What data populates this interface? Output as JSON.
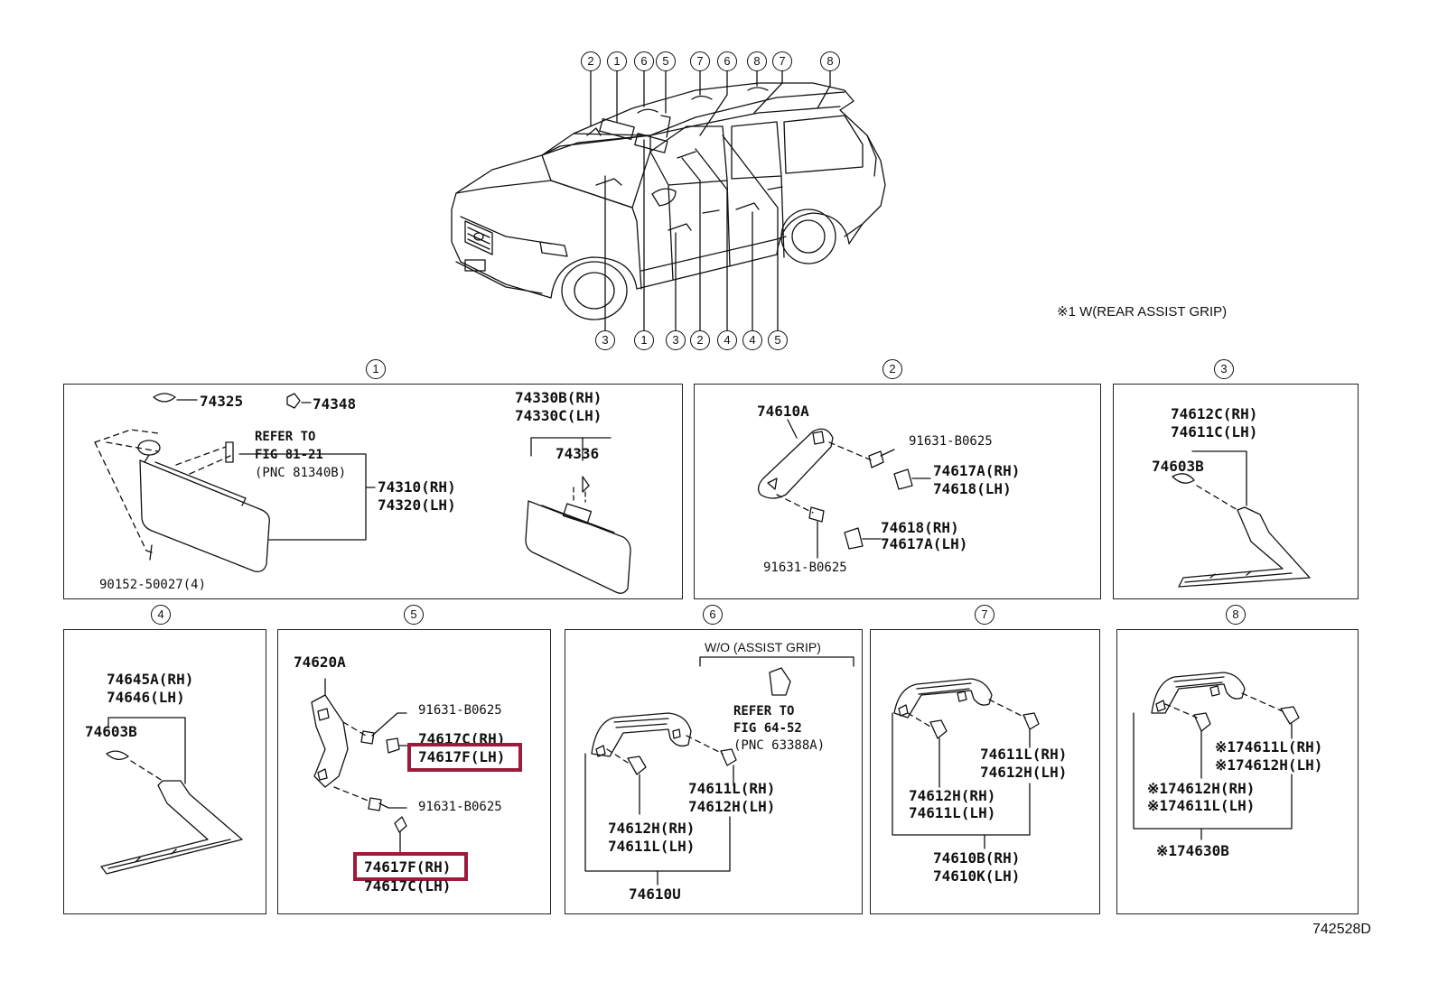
{
  "car": {
    "top_callouts": [
      "2",
      "1",
      "6",
      "5",
      "7",
      "6",
      "8",
      "7",
      "8"
    ],
    "bottom_callouts": [
      "3",
      "1",
      "3",
      "2",
      "4",
      "4",
      "5"
    ],
    "footnote": "※1 W(REAR ASSIST GRIP)"
  },
  "panel1": {
    "number": "1",
    "p74325": "74325",
    "p74348": "74348",
    "refer_to": "REFER TO",
    "fig": "FIG 81-21",
    "pnc": "(PNC 81340B)",
    "p74310": "74310(RH)",
    "p74320": "74320(LH)",
    "p90152": "90152-50027(4)",
    "p74330b": "74330B(RH)",
    "p74330c": "74330C(LH)",
    "p74336": "74336"
  },
  "panel2": {
    "number": "2",
    "p74610a": "74610A",
    "bolt_a": "91631-B0625",
    "p74617a_rh": "74617A(RH)",
    "p74618_lh": "74618(LH)",
    "p74618_rh": "74618(RH)",
    "p74617a_lh": "74617A(LH)",
    "bolt_b": "91631-B0625"
  },
  "panel3": {
    "number": "3",
    "p74612c": "74612C(RH)",
    "p74611c": "74611C(LH)",
    "p74603b": "74603B"
  },
  "panel4": {
    "number": "4",
    "p74645a": "74645A(RH)",
    "p74646": "74646(LH)",
    "p74603b": "74603B"
  },
  "panel5": {
    "number": "5",
    "p74620a": "74620A",
    "bolt_a": "91631-B0625",
    "p74617c_rh": "74617C(RH)",
    "p74617f_lh": "74617F(LH)",
    "bolt_b": "91631-B0625",
    "p74617f_rh": "74617F(RH)",
    "p74617c_lh": "74617C(LH)"
  },
  "panel6": {
    "number": "6",
    "wo_label": "W/O (ASSIST GRIP)",
    "refer_to": "REFER TO",
    "fig": "FIG 64-52",
    "pnc": "(PNC 63388A)",
    "p74611l_rh": "74611L(RH)",
    "p74612h_lh": "74612H(LH)",
    "p74612h_rh": "74612H(RH)",
    "p74611l_lh": "74611L(LH)",
    "p74610u": "74610U"
  },
  "panel7": {
    "number": "7",
    "p74611l_rh": "74611L(RH)",
    "p74612h_lh": "74612H(LH)",
    "p74612h_rh": "74612H(RH)",
    "p74611l_lh": "74611L(LH)",
    "p74610b": "74610B(RH)",
    "p74610k": "74610K(LH)"
  },
  "panel8": {
    "number": "8",
    "p74611l_rh": "※174611L(RH)",
    "p74612h_lh": "※174612H(LH)",
    "p74612h_rh": "※174612H(RH)",
    "p74611l_lh": "※174611L(LH)",
    "p74630b": "※174630B"
  },
  "diagram_id": "742528D",
  "highlight_color": "#9b1b3a"
}
